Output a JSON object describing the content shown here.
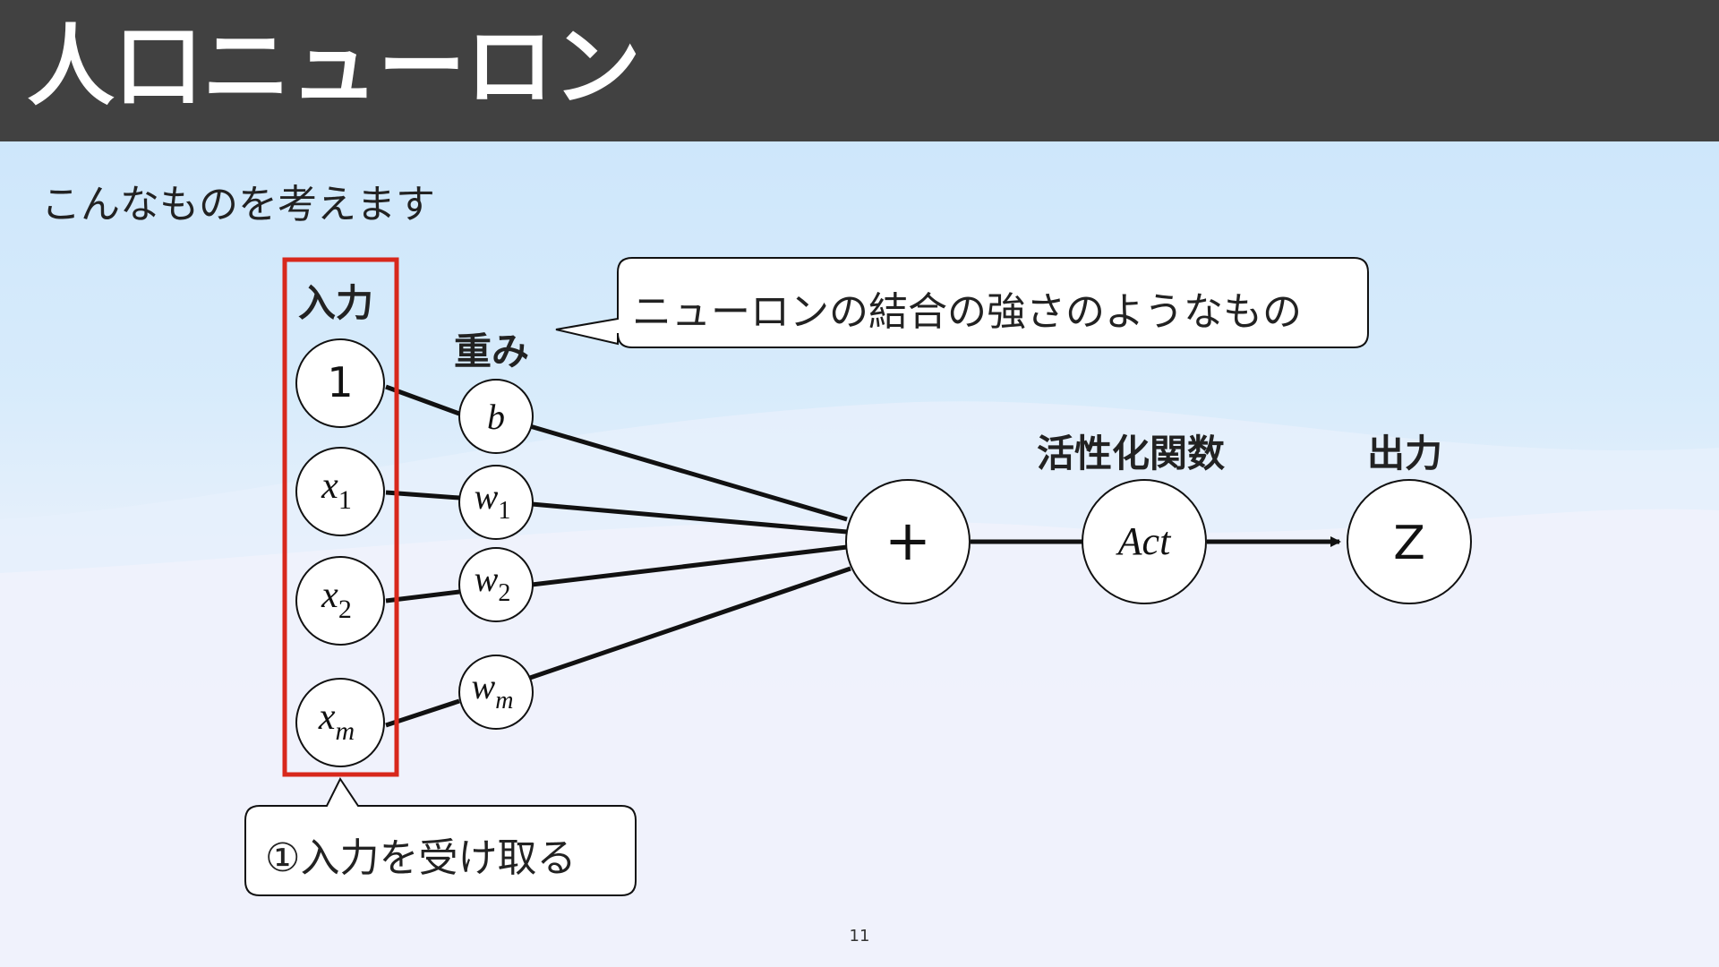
{
  "title": "人口ニューロン",
  "subtitle": "こんなものを考えます",
  "labels": {
    "input": "入力",
    "weight": "重み",
    "activation": "活性化関数",
    "output": "出力"
  },
  "callouts": {
    "weight_note": "ニューロンの結合の強さのようなもの",
    "step_note": "①入力を受け取る"
  },
  "nodes": {
    "inputs": [
      {
        "base": "1",
        "sub": ""
      },
      {
        "base": "x",
        "sub": "1"
      },
      {
        "base": "x",
        "sub": "2"
      },
      {
        "base": "x",
        "sub": "m"
      }
    ],
    "weights": [
      {
        "base": "b",
        "sub": ""
      },
      {
        "base": "w",
        "sub": "1"
      },
      {
        "base": "w",
        "sub": "2"
      },
      {
        "base": "w",
        "sub": "m"
      }
    ],
    "sum": "+",
    "activation": "Act",
    "output": "Z"
  },
  "colors": {
    "highlight": "#d8281c",
    "title_bar": "#414141"
  },
  "page_number": "11"
}
